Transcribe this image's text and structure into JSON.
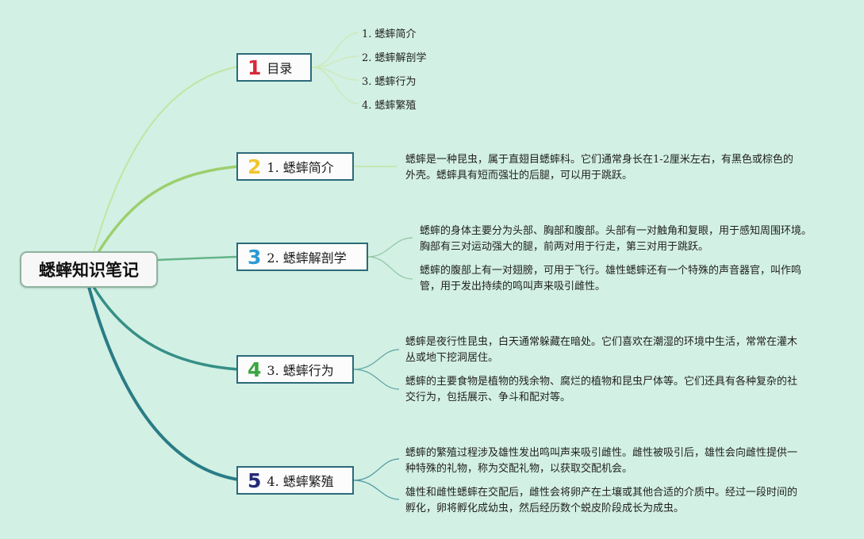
{
  "root": {
    "title": "蟋蟀知识笔记"
  },
  "colors": {
    "background": "#d2f0e3",
    "branch_toc": "#bfe6a3",
    "branch_intro": "#9ccf6e",
    "branch_anatomy": "#64b48a",
    "branch_behavior": "#358f86",
    "branch_breeding": "#2a7c86",
    "num_1": "#d7283c",
    "num_2": "#f2c52e",
    "num_3": "#2b9ad6",
    "num_4": "#3ba53f",
    "num_5": "#232a7b"
  },
  "topics": [
    {
      "number": "1",
      "label": "目录"
    },
    {
      "number": "2",
      "label": "1. 蟋蟀简介"
    },
    {
      "number": "3",
      "label": "2. 蟋蟀解剖学"
    },
    {
      "number": "4",
      "label": "3. 蟋蟀行为"
    },
    {
      "number": "5",
      "label": "4. 蟋蟀繁殖"
    }
  ],
  "toc": [
    "1. 蟋蟀简介",
    "2. 蟋蟀解剖学",
    "3. 蟋蟀行为",
    "4. 蟋蟀繁殖"
  ],
  "details": {
    "intro": [
      "蟋蟀是一种昆虫，属于直翅目蟋蟀科。它们通常身长在1-2厘米左右，有黑色或棕色的外壳。蟋蟀具有短而强壮的后腿，可以用于跳跃。"
    ],
    "anatomy": [
      "蟋蟀的身体主要分为头部、胸部和腹部。头部有一对触角和复眼，用于感知周围环境。胸部有三对运动强大的腿，前两对用于行走，第三对用于跳跃。",
      "蟋蟀的腹部上有一对翅膀，可用于飞行。雄性蟋蟀还有一个特殊的声音器官，叫作鸣管，用于发出持续的鸣叫声来吸引雌性。"
    ],
    "behavior": [
      "蟋蟀是夜行性昆虫，白天通常躲藏在暗处。它们喜欢在潮湿的环境中生活，常常在灌木丛或地下挖洞居住。",
      "蟋蟀的主要食物是植物的残余物、腐烂的植物和昆虫尸体等。它们还具有各种复杂的社交行为，包括展示、争斗和配对等。"
    ],
    "breeding": [
      "蟋蟀的繁殖过程涉及雄性发出鸣叫声来吸引雌性。雌性被吸引后，雄性会向雌性提供一种特殊的礼物，称为交配礼物，以获取交配机会。",
      "雄性和雌性蟋蟀在交配后，雌性会将卵产在土壤或其他合适的介质中。经过一段时间的孵化，卵将孵化成幼虫，然后经历数个蜕皮阶段成长为成虫。"
    ]
  }
}
